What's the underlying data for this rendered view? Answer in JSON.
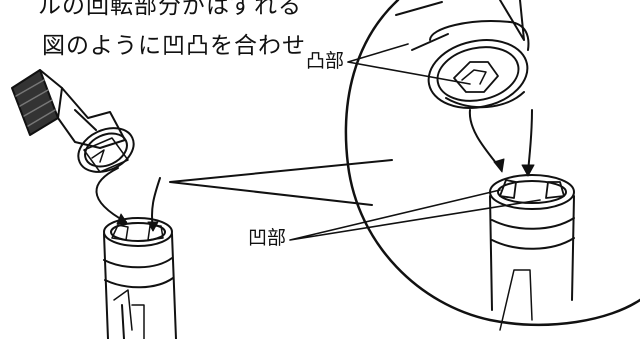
{
  "instructions": {
    "line1": "ルの回転部分がはずれる",
    "line2": "図のように凹凸を合わせ"
  },
  "labels": {
    "convex_part": "凸部",
    "concave_part": "凹部"
  },
  "colors": {
    "line": "#111111",
    "background": "#ffffff",
    "accent_dark": "#333333"
  }
}
